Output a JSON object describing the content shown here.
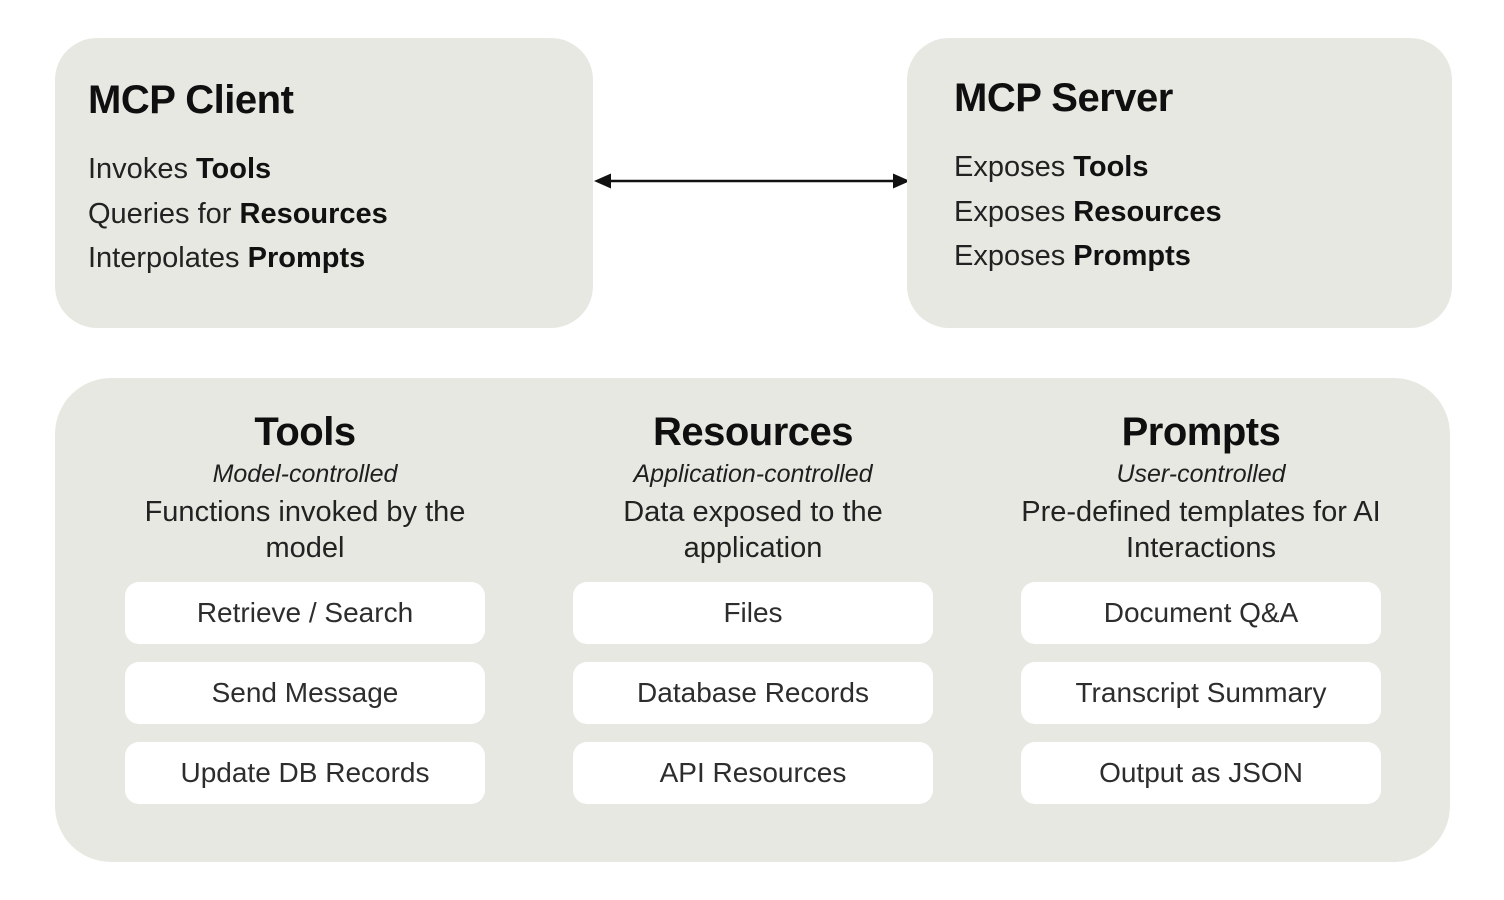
{
  "client_box": {
    "title": "MCP Client",
    "lines": [
      {
        "prefix": "Invokes ",
        "bold": "Tools"
      },
      {
        "prefix": "Queries for ",
        "bold": "Resources"
      },
      {
        "prefix": "Interpolates ",
        "bold": "Prompts"
      }
    ]
  },
  "server_box": {
    "title": "MCP Server",
    "lines": [
      {
        "prefix": "Exposes ",
        "bold": "Tools"
      },
      {
        "prefix": "Exposes ",
        "bold": "Resources"
      },
      {
        "prefix": "Exposes ",
        "bold": "Prompts"
      }
    ]
  },
  "connector": {
    "type": "double-headed-arrow"
  },
  "capabilities": {
    "columns": [
      {
        "title": "Tools",
        "subtitle": "Model-controlled",
        "description": "Functions invoked by the model",
        "items": [
          "Retrieve / Search",
          "Send Message",
          "Update DB Records"
        ]
      },
      {
        "title": "Resources",
        "subtitle": "Application-controlled",
        "description": "Data exposed to the application",
        "items": [
          "Files",
          "Database Records",
          "API Resources"
        ]
      },
      {
        "title": "Prompts",
        "subtitle": "User-controlled",
        "description": "Pre-defined templates for AI Interactions",
        "items": [
          "Document Q&A",
          "Transcript Summary",
          "Output as JSON"
        ]
      }
    ]
  },
  "colors": {
    "panel_bg": "#e8e8e3",
    "card_bg": "#ffffff",
    "arrow": "#111111",
    "title_text": "#0f0f0f",
    "body_text": "#222222"
  }
}
